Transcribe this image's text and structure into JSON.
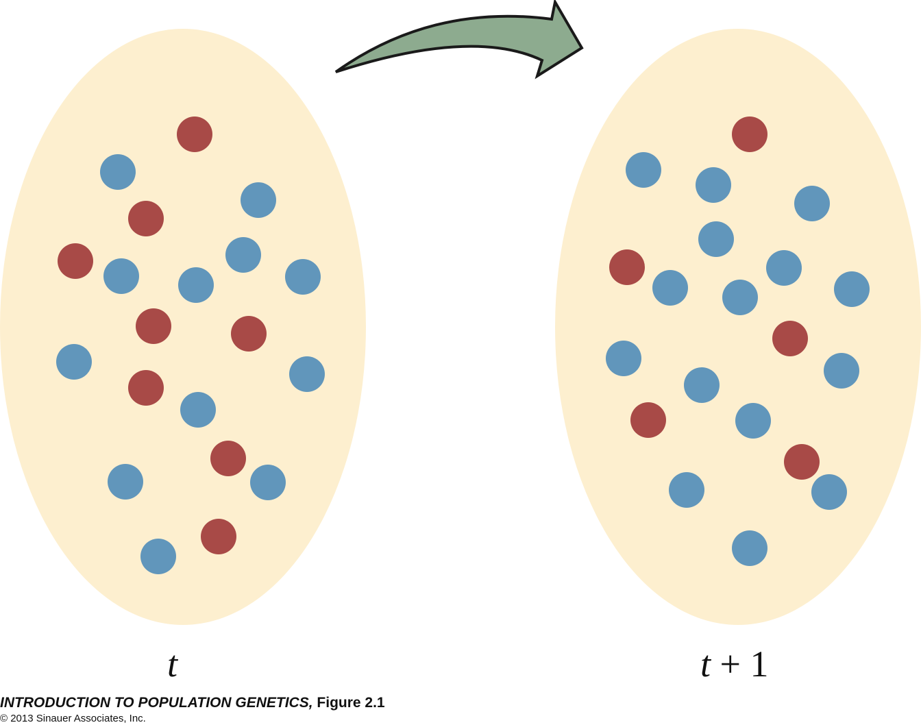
{
  "labels": {
    "before_var": "t",
    "after_var": "t",
    "after_suffix": " + 1"
  },
  "caption": {
    "book_title": "INTRODUCTION TO POPULATION GENETICS,",
    "figure": " Figure 2.1"
  },
  "copyright": "© 2013 Sinauer Associates, Inc.",
  "colors": {
    "population": "#fdefcf",
    "allele_red": "#a84a47",
    "allele_blue": "#6196bb",
    "arrow": "#8dab8f"
  }
}
